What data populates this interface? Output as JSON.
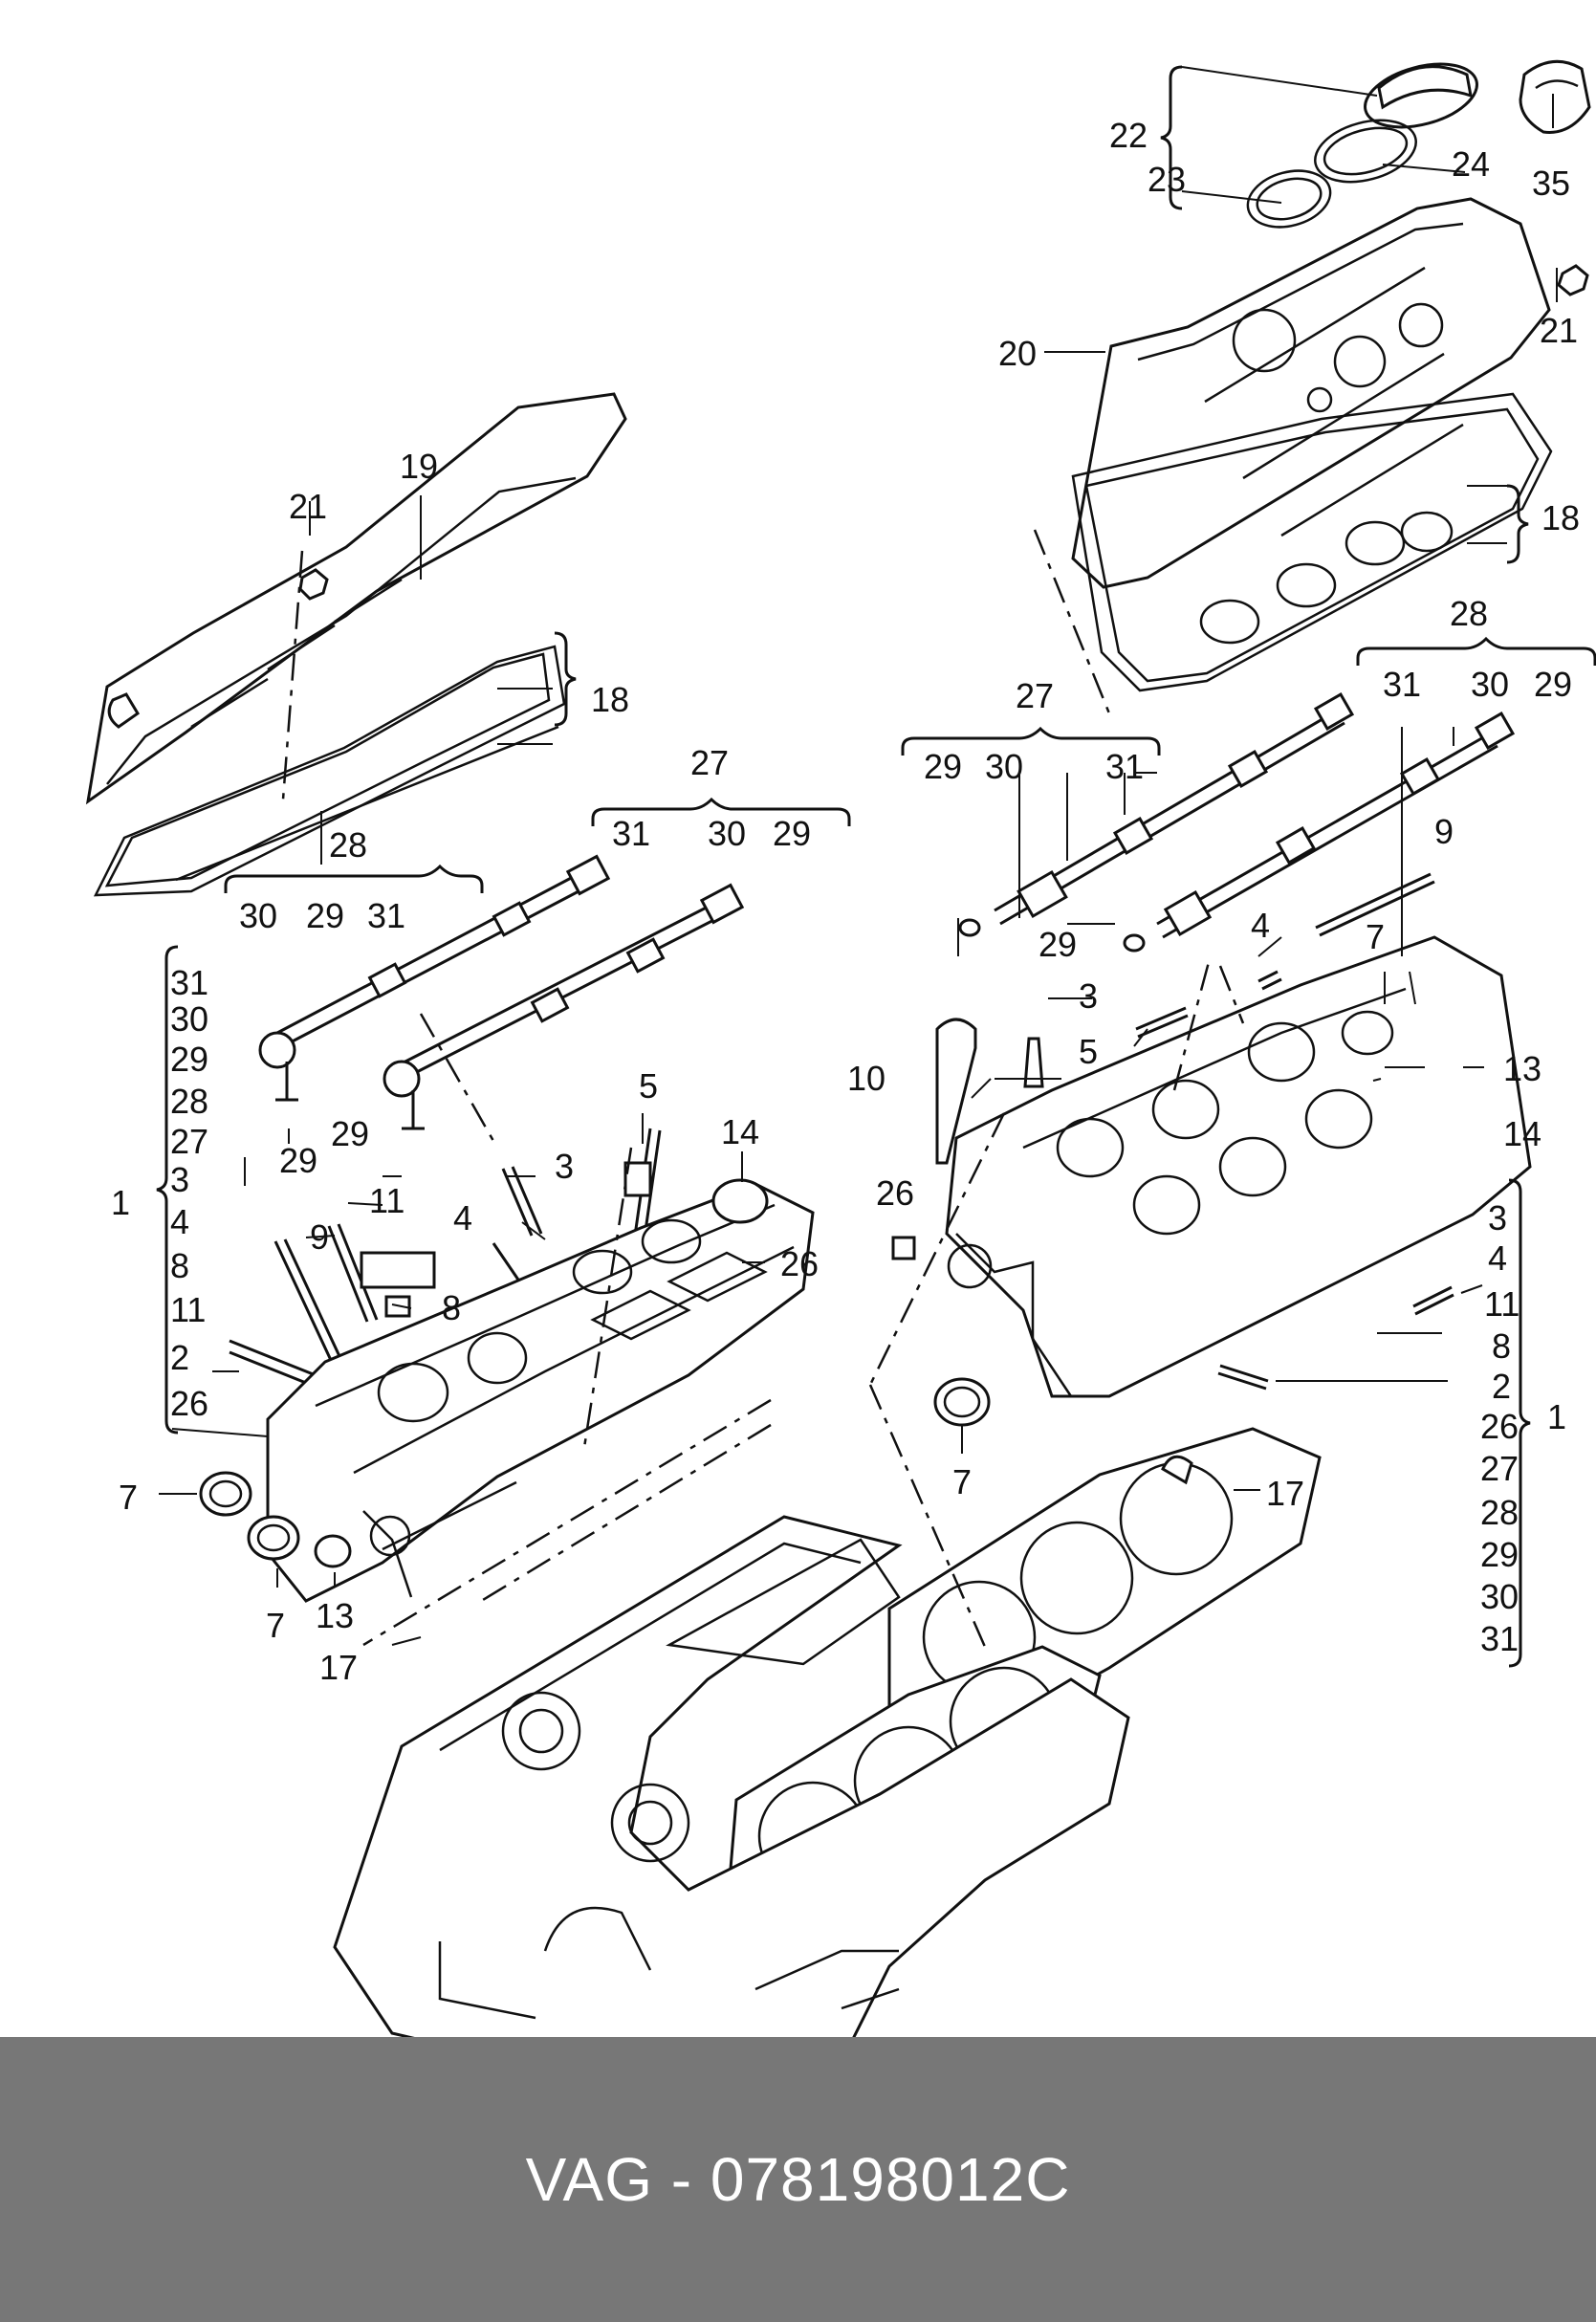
{
  "footer": {
    "caption": "VAG - 078198012C"
  },
  "labels": {
    "l22": "22",
    "l23": "23",
    "l24": "24",
    "l35": "35",
    "l21r": "21",
    "l20": "20",
    "l18r": "18",
    "l21l": "21",
    "l19": "19",
    "l18l": "18",
    "l28l": "28",
    "l27l": "27",
    "l31a": "31",
    "l30a": "30",
    "l29a": "29",
    "l30b": "30",
    "l29b": "29",
    "l31b": "31",
    "l29c": "29",
    "l29d": "29",
    "l3l": "3",
    "l5l": "5",
    "l14l": "14",
    "l11l": "11",
    "l9l": "9",
    "l4l": "4",
    "l8l": "8",
    "l26l": "26",
    "k31": "31",
    "k30": "30",
    "k29": "29",
    "k28": "28",
    "k27": "27",
    "k3": "3",
    "k4": "4",
    "k8": "8",
    "k11": "11",
    "k2": "2",
    "k26": "26",
    "k1": "1",
    "l7a": "7",
    "l7b": "7",
    "l13l": "13",
    "l17l": "17",
    "l28r": "28",
    "l31r": "31",
    "l30r": "30",
    "l29r": "29",
    "l27r": "27",
    "l29e": "29",
    "l30e": "30",
    "l31e": "31",
    "l9r": "9",
    "l29f": "29",
    "l7r": "7",
    "l4r": "4",
    "l3r": "3",
    "l5r": "5",
    "l10": "10",
    "l13r": "13",
    "l14r": "14",
    "l26r": "26",
    "l7c": "7",
    "l17r": "17",
    "m3": "3",
    "m4": "4",
    "m11": "11",
    "m8": "8",
    "m2": "2",
    "m26": "26",
    "m27": "27",
    "m28": "28",
    "m29": "29",
    "m30": "30",
    "m31": "31",
    "m1": "1"
  }
}
